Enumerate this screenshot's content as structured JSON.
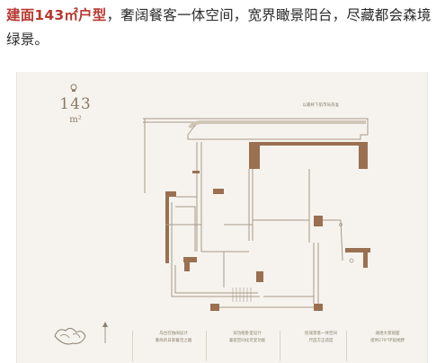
{
  "headline": {
    "accent": "建面143㎡户型",
    "text": "，奢阔餐客一体空间，宽界瞰景阳台，尽藏都会森境绿景。"
  },
  "floorplan": {
    "area_value": "143",
    "area_unit": "m²",
    "plan_note": "以最終下航市局為准",
    "colors": {
      "accent": "#b8392f",
      "wall": "#9a7050",
      "line": "#a89a88",
      "card": "#f6f3ee"
    }
  },
  "features": [
    {
      "line1": "岛台在独阔设计",
      "line2": "奢尚的日家餐活之趣"
    },
    {
      "line1": "双功能卧室设计",
      "line2": "兼容空间化可变功能"
    },
    {
      "line1": "揽城景意一体空间",
      "line2": "尺度方正适度"
    },
    {
      "line1": "通透大景观面",
      "line2": "提供270°环观视野"
    }
  ]
}
